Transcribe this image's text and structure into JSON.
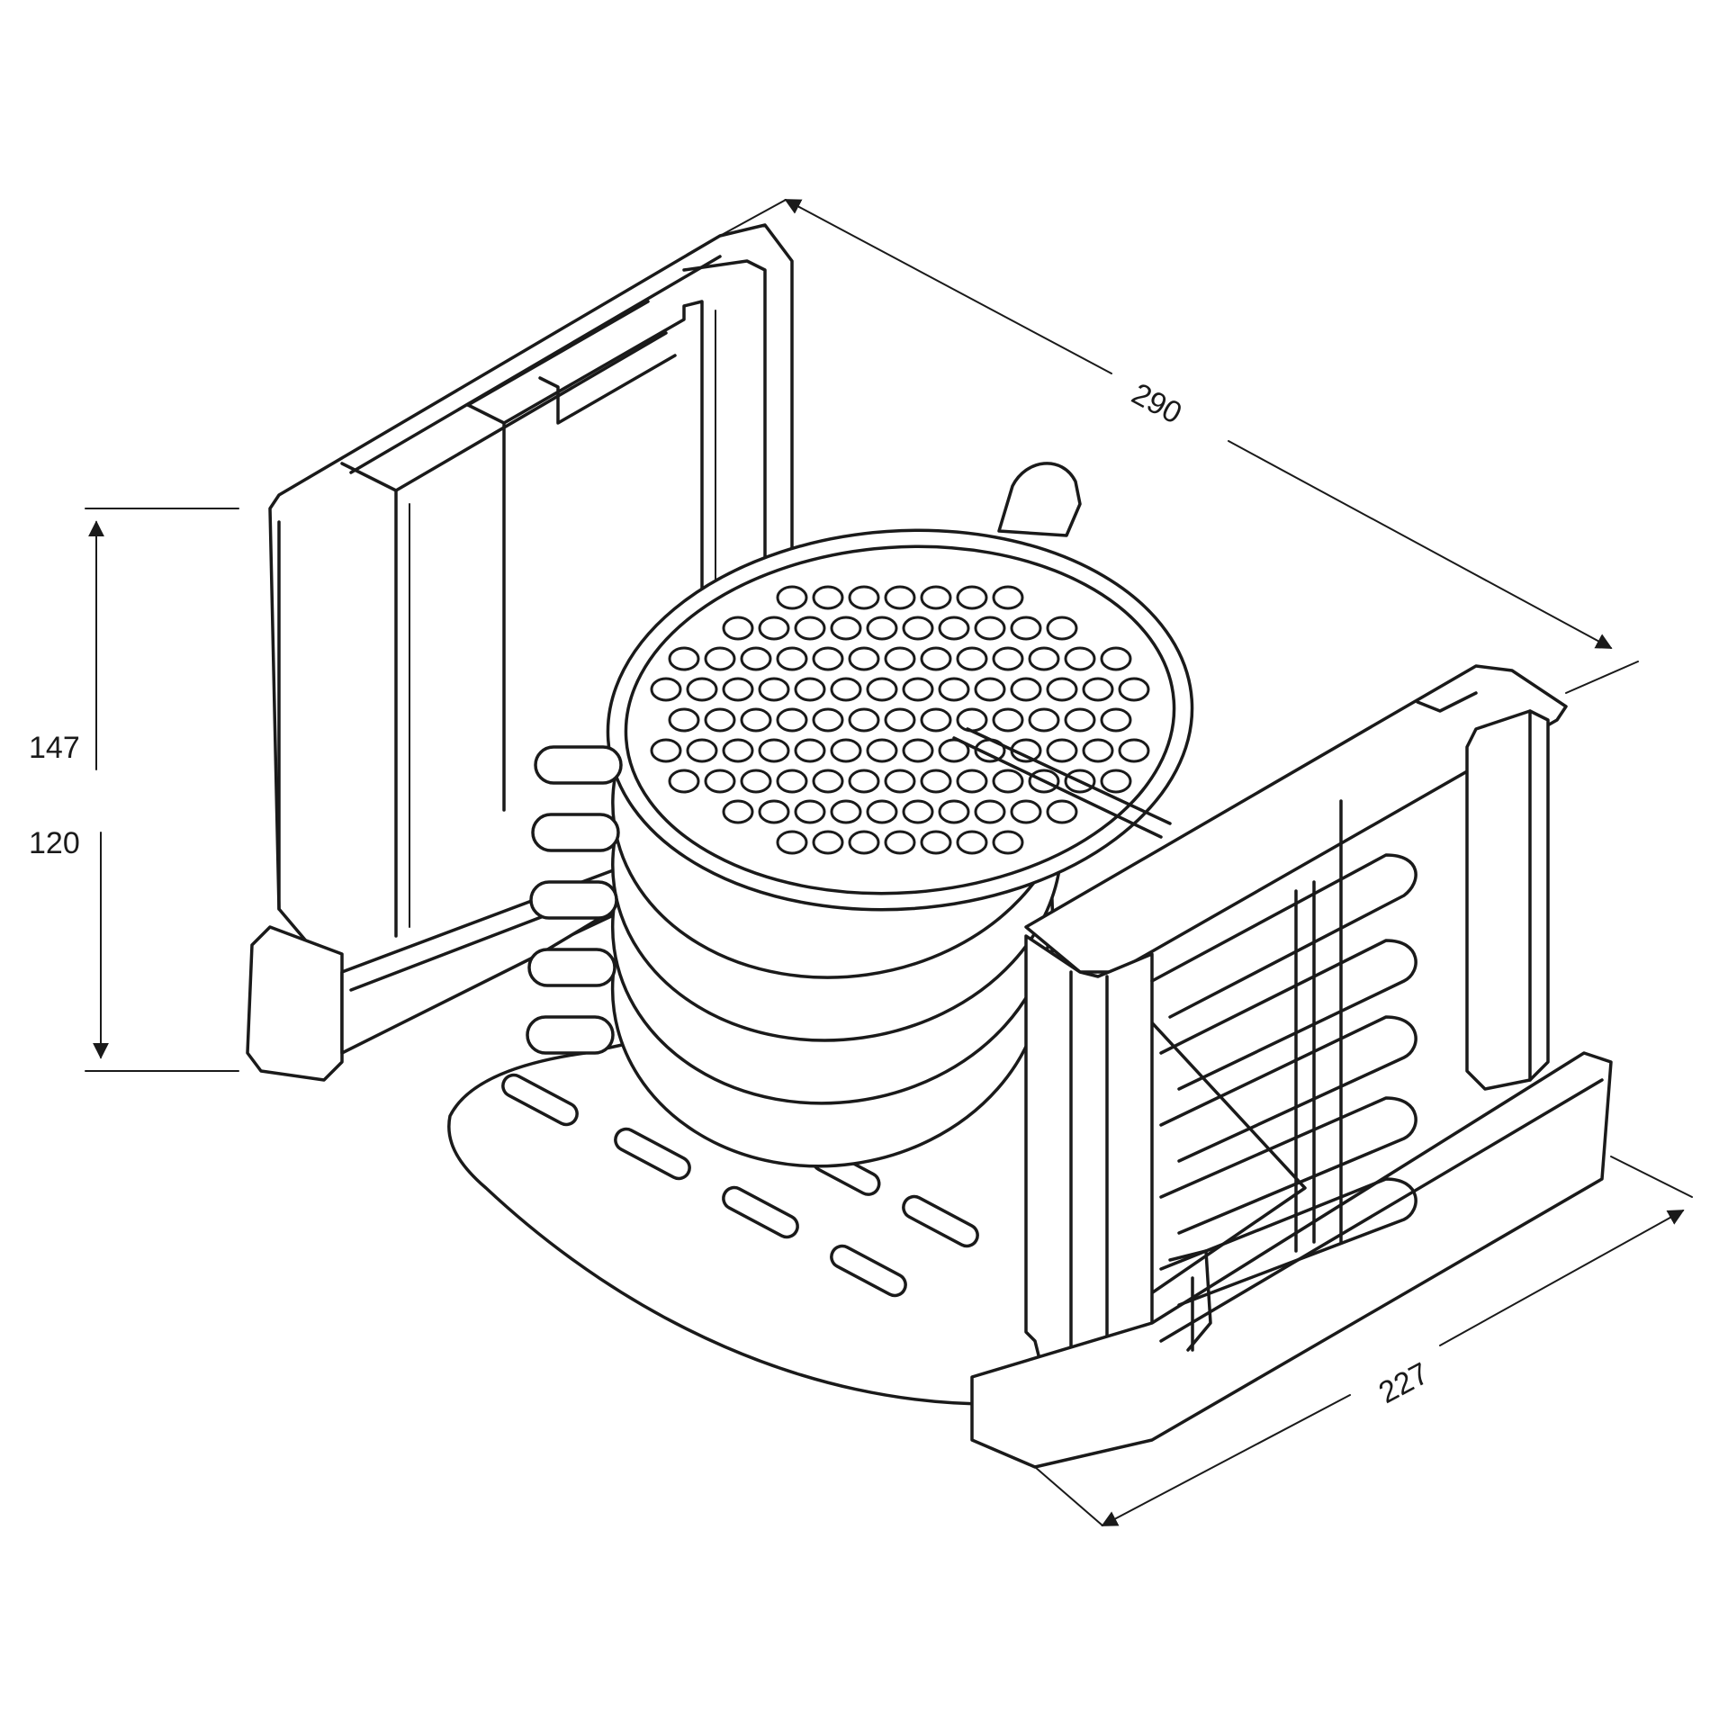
{
  "dimensions": {
    "length": "290",
    "width": "227",
    "height_total": "147",
    "height_inner": "120"
  },
  "colors": {
    "ink": "#1a1a1a",
    "paper": "#ffffff"
  }
}
